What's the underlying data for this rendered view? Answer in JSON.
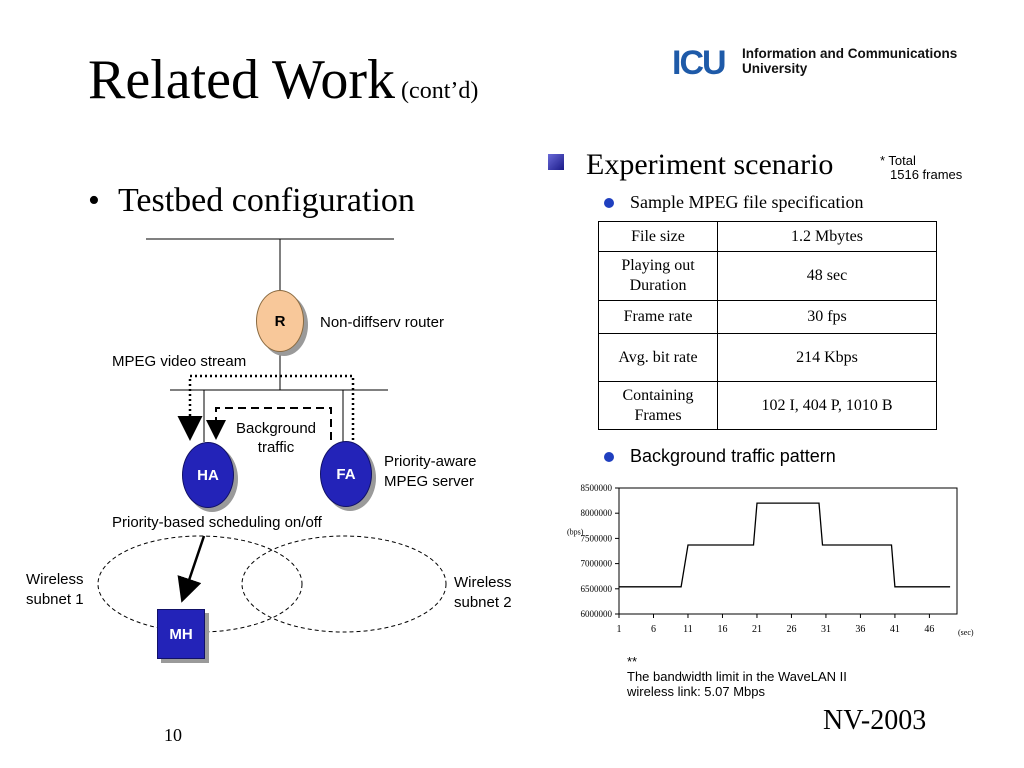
{
  "slide": {
    "title": "Related Work",
    "title_sub": "(cont’d)",
    "page_number": "10",
    "footer_conf": "NV-2003"
  },
  "logo": {
    "mark": "ICU",
    "line1": "Information and Communications",
    "line2": "University",
    "color": "#1e5aa8"
  },
  "left": {
    "bullet": "Testbed configuration",
    "diagram": {
      "router_label": "R",
      "router_desc": "Non-diffserv router",
      "stream_label": "MPEG video stream",
      "bg_traffic_line1": "Background",
      "bg_traffic_line2": "traffic",
      "ha_label": "HA",
      "fa_label": "FA",
      "server_line1": "Priority-aware",
      "server_line2": "MPEG server",
      "scheduling_label": "Priority-based scheduling on/off",
      "subnet1_line1": "Wireless",
      "subnet1_line2": "subnet 1",
      "subnet2_line1": "Wireless",
      "subnet2_line2": "subnet 2",
      "mh_label": "MH"
    }
  },
  "right": {
    "heading": "Experiment scenario",
    "total_note_line1": "* Total",
    "total_note_line2": "1516 frames",
    "spec_bullet": "Sample MPEG file specification",
    "spec_rows": [
      {
        "key": "File size",
        "value": "1.2 Mbytes"
      },
      {
        "key": "Playing out Duration",
        "value": "48 sec"
      },
      {
        "key": "Frame rate",
        "value": "30 fps"
      },
      {
        "key": "Avg. bit rate",
        "value": "214 Kbps"
      },
      {
        "key": "Containing Frames",
        "value": "102 I, 404 P, 1010 B"
      }
    ],
    "bg_bullet": "Background traffic pattern",
    "bw_note_line1": "**",
    "bw_note_line2": "The bandwidth limit in the WaveLAN II",
    "bw_note_line3": "wireless link: 5.07 Mbps"
  },
  "chart_data": {
    "type": "line",
    "ylabel": "(bps)",
    "xlabel": "(sec)",
    "ylim": [
      6000000,
      8500000
    ],
    "xlim": [
      1,
      50
    ],
    "y_ticks": [
      "8500000",
      "8000000",
      "7500000",
      "7000000",
      "6500000",
      "6000000"
    ],
    "x_ticks": [
      "1",
      "6",
      "11",
      "16",
      "21",
      "26",
      "31",
      "36",
      "41",
      "46"
    ],
    "grid": false,
    "series": [
      {
        "x": [
          1,
          6,
          10,
          11,
          16,
          20.5,
          21,
          26,
          30,
          30.5,
          36,
          40.5,
          41,
          46,
          49
        ],
        "values": [
          6540000,
          6540000,
          6540000,
          7370000,
          7370000,
          7370000,
          8200000,
          8200000,
          8200000,
          7370000,
          7370000,
          7370000,
          6540000,
          6540000,
          6540000
        ]
      }
    ]
  }
}
